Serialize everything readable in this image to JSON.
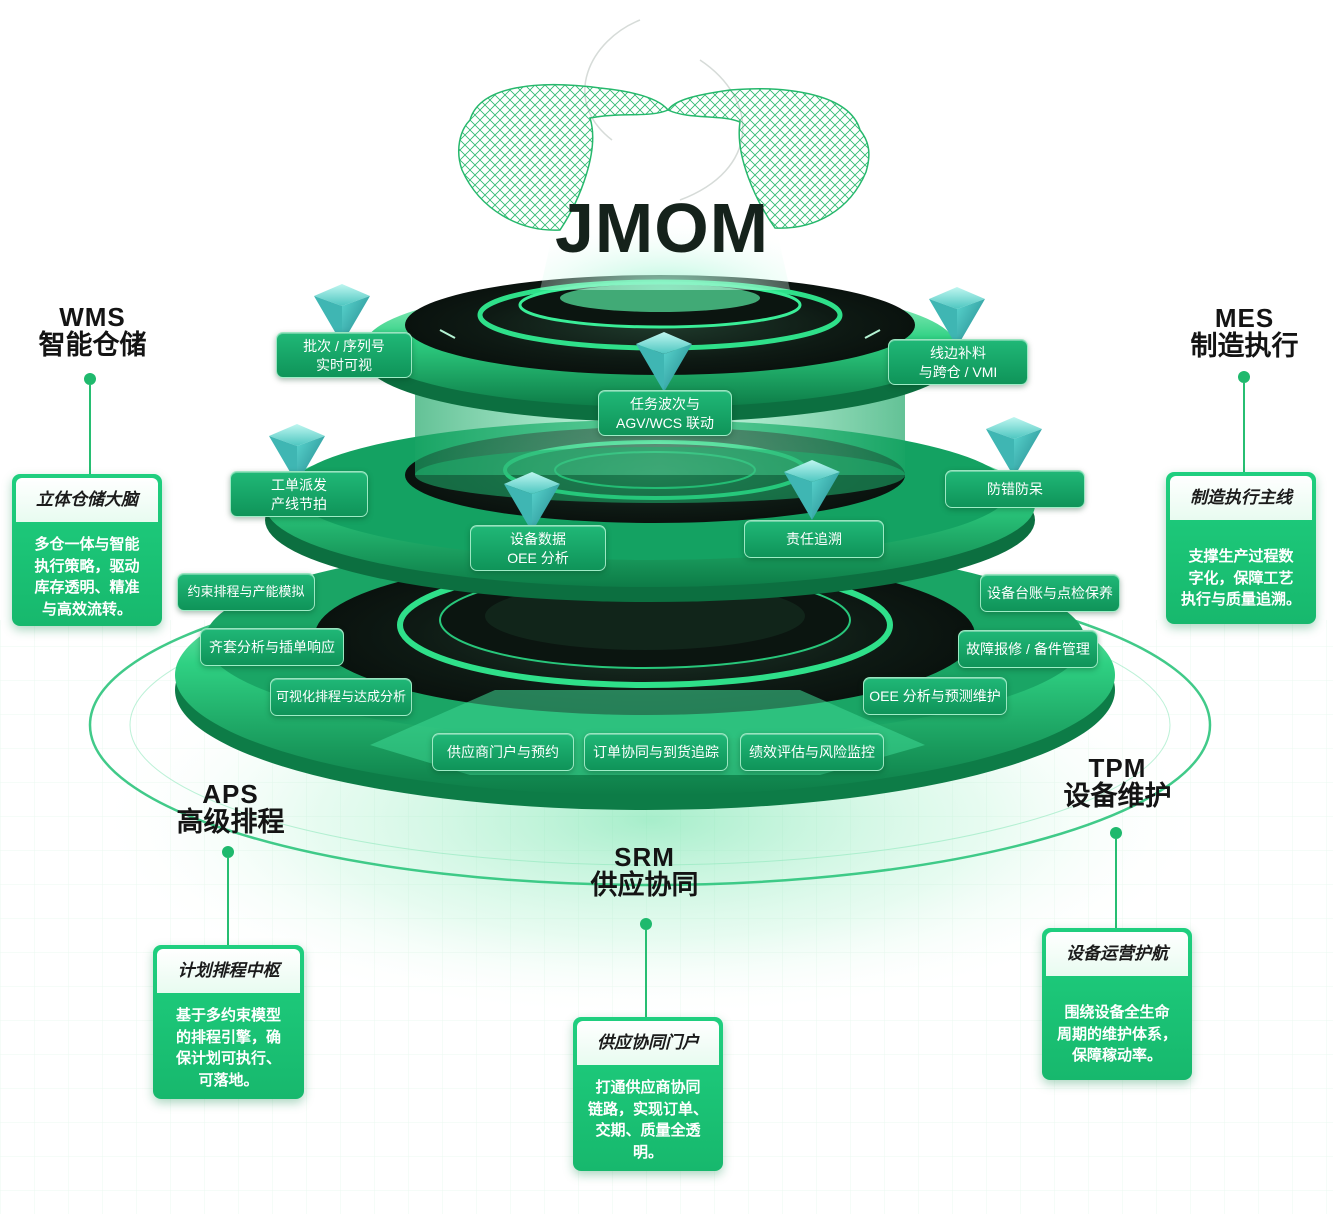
{
  "brand": {
    "logo_text": "JMOM"
  },
  "modules": {
    "wms": {
      "code": "WMS",
      "name": "智能仓储",
      "card_title": "立体仓储大脑",
      "card_lines": [
        "多仓一体与智能",
        "执行策略，驱动",
        "库存透明、精准",
        "与高效流转。"
      ]
    },
    "mes": {
      "code": "MES",
      "name": "制造执行",
      "card_title": "制造执行主线",
      "card_lines": [
        "支撑生产过程数",
        "字化，保障工艺",
        "执行与质量追溯。"
      ]
    },
    "aps": {
      "code": "APS",
      "name": "高级排程",
      "card_title": "计划排程中枢",
      "card_lines": [
        "基于多约束模型",
        "的排程引擎，确",
        "保计划可执行、",
        "可落地。"
      ]
    },
    "srm": {
      "code": "SRM",
      "name": "供应协同",
      "card_title": "供应协同门户",
      "card_lines": [
        "打通供应商协同",
        "链路，实现订单、",
        "交期、质量全透",
        "明。"
      ]
    },
    "tpm": {
      "code": "TPM",
      "name": "设备维护",
      "card_title": "设备运营护航",
      "card_lines": [
        "围绕设备全生命",
        "周期的维护体系，",
        "保障稼动率。"
      ]
    }
  },
  "top_layer": {
    "batch": [
      "批次 / 序列号",
      "实时可视"
    ],
    "task": [
      "任务波次与",
      "AGV/WCS 联动"
    ],
    "linefeed": [
      "线边补料",
      "与跨仓 / VMI"
    ]
  },
  "middle_layer": {
    "dispatch": [
      "工单派发",
      "产线节拍"
    ],
    "device_data": [
      "设备数据",
      "OEE 分析"
    ],
    "trace": "责任追溯",
    "poka": "防错防呆"
  },
  "bottom_layer": {
    "constraint": "约束排程与产能模拟",
    "kitting": "齐套分析与插单响应",
    "visual": "可视化排程与达成分析",
    "supplier_portal": "供应商门户与预约",
    "order_collab": "订单协同与到货追踪",
    "performance": "绩效评估与风险监控",
    "oee_predict": "OEE 分析与预测维护",
    "fault": "故障报修 / 备件管理",
    "ledger": "设备台账与点检保养"
  },
  "colors": {
    "accent": "#1fb96d",
    "dark_disc": "#0f1a15",
    "chip": "#14a464"
  }
}
